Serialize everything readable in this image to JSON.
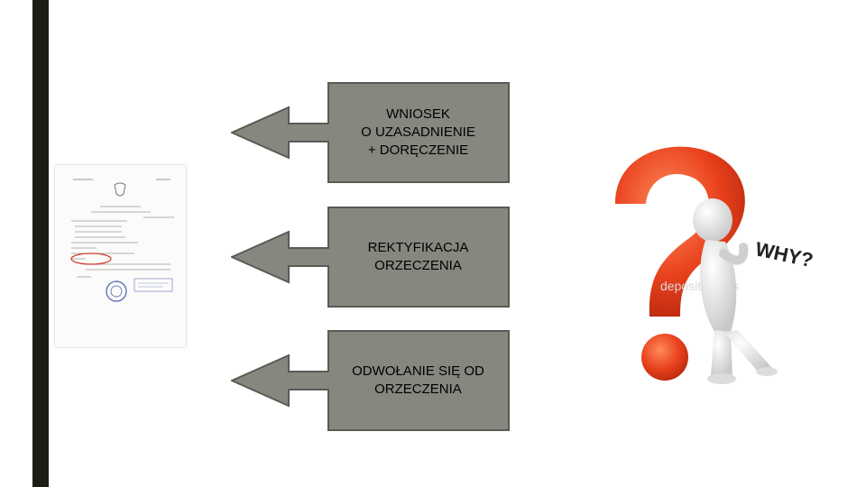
{
  "arrows": [
    {
      "label": "WNIOSEK\nO UZASADNIENIE\n+ DORĘCZENIE"
    },
    {
      "label": "REKTYFIKACJA\nORZECZENIA"
    },
    {
      "label": "ODWOŁANIE SIĘ OD\nORZECZENIA"
    }
  ],
  "illustration": {
    "text": "WHY?",
    "watermark": "depositphotos"
  },
  "colors": {
    "arrow_fill": "#878780",
    "arrow_stroke": "#5a5a55",
    "sidebar": "#1c1e16",
    "question_mark": "#e8401c"
  }
}
